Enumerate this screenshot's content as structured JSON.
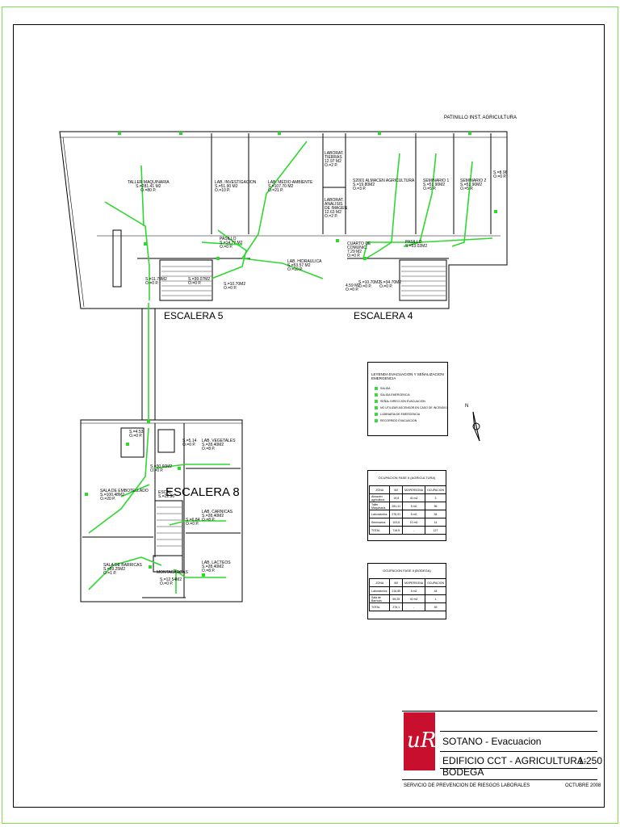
{
  "title_block": {
    "title": "SOTANO - Evacuacion",
    "building": "EDIFICIO CCT - AGRICULTURA-BODEGA",
    "scale": "1:250",
    "service": "SERVICIO DE PREVENCION DE RIESGOS LABORALES",
    "date": "OCTUBRE 2008",
    "logo_text": "uR"
  },
  "stairs": {
    "escalera5": "ESCALERA 5",
    "escalera4": "ESCALERA 4",
    "escalera8": "ESCALERA 8"
  },
  "top_note": "PATINILLO INST. AGRICULTURA",
  "rooms": {
    "taller": [
      "TALLER MAQUINARIA",
      "S.=281.41 M2",
      "O.=80 P."
    ],
    "lab_invest": [
      "LAB. INVESTIGACION",
      "S.=51.90 M2",
      "O.=10 P."
    ],
    "lab_medio": [
      "LAB. MEDIO AMBIENTE",
      "S.=107.70 M2",
      "O.=21 P."
    ],
    "lab_tierras": [
      "LABORAT.",
      "TIERRAS",
      "12.97 M2",
      "O.=2 P."
    ],
    "lab_analisis": [
      "LABORAT.",
      "ANALISIS",
      "DE IMAGEN",
      "12.63 M2",
      "O.=2 P."
    ],
    "almacen": [
      "S2001 ALMACEN AGRICULTURA",
      "S.=19.80M2",
      "O.=3 P."
    ],
    "sem1": [
      "SEMINARIO 1",
      "S.=51.90M2",
      "O.=5 P."
    ],
    "sem2": [
      "SEMINARIO 2",
      "S.=51.90M2",
      "O.=5 P."
    ],
    "small_r": [
      "S.=8.96",
      "O.=0 P."
    ],
    "pasillo1": [
      "PASILLO",
      "S.=14.77 M2",
      "O.=0 P."
    ],
    "pasillo2": [
      "PASILLO",
      "S.=53.02M2"
    ],
    "lab_hidraulica": [
      "LAB. HIDRAULICA",
      "S.=53.57 M2",
      "O.=10 P."
    ],
    "cuarto": [
      "CUARTO DE",
      "COMUNIC.",
      "7.29 M2",
      "O.=0 P."
    ],
    "s11": [
      "S.=11.79M2",
      "O.=0 P."
    ],
    "s39": [
      "S.=39.07M2",
      "O.=0 P."
    ],
    "s10": [
      "S.=10.70M2",
      "O.=0 P."
    ],
    "s10b": [
      "S.=10.70M2",
      "O.=0 P."
    ],
    "s34": [
      "S.=34.70M2",
      "O.=0 P."
    ],
    "s459": [
      "4.59 M2",
      "O.=0 P."
    ],
    "lab_vegetales": [
      "LAB. VEGETALES",
      "S.=28.40M2",
      "O.=8 P."
    ],
    "lab_carnicas": [
      "LAB. CARNICAS",
      "S.=28.40M2",
      "O.=8 P."
    ],
    "lab_lacteos": [
      "LAB. LACTEOS",
      "S.=28.40M2",
      "O.=8 P."
    ],
    "sala_embot": [
      "SALA DE EMBOTELLADO",
      "S.=100.48M2",
      "O.=20 P."
    ],
    "sala_barricas": [
      "SALA DE BARRICAS",
      "S.=59.25M2",
      "O.=1 P."
    ],
    "escal8_area": [
      "ESCAL.",
      "S.=22.90"
    ],
    "montacargas": [
      "MONTACARGAS"
    ],
    "s12": [
      "S.=12.54M2",
      "O.=0 P."
    ],
    "s4": [
      "S.=4.53",
      "O.=0 P."
    ],
    "s30": [
      "S.=30.60M2",
      "O.=0 P."
    ],
    "s8": [
      "S.=5.14",
      "O.=0 P."
    ],
    "s6": [
      "S.=6.84",
      "O.=0 P."
    ]
  },
  "legend": {
    "title": "LEYENDA EVACUACION Y SEÑALIZACION EMERGENCIA",
    "items": [
      "SALIDA",
      "SALIDA EMERGENCIA",
      "SEÑAL DIRECCION EVACUACION",
      "NO UTILIZAR ASCENSOR EN CASO DE INCENDIO",
      "LUMINARIA DE EMERGENCIA",
      "RECORRIDO EVACUACION"
    ]
  },
  "table1": {
    "title": "OCUPACION FASE II (AGRICULTURA)",
    "headers": [
      "ZONA",
      "M2",
      "M2/PERSONA",
      "OCUPACION"
    ],
    "rows": [
      [
        "Almacén agricultura",
        "19,8",
        "40 m2",
        "3"
      ],
      [
        "Taller Maquinaria",
        "281,41",
        "5 m2",
        "56"
      ],
      [
        "Laboratorios",
        "276,91",
        "5 m2",
        "54"
      ],
      [
        "Seminarios",
        "103,8",
        "10 m2",
        "14"
      ],
      [
        "TOTAL",
        "716,5",
        "-",
        "127"
      ]
    ]
  },
  "table2": {
    "title": "OCUPACION FASE II (BODEGA)",
    "headers": [
      "ZONA",
      "M2",
      "M2/PERSONA",
      "OCUPACION"
    ],
    "rows": [
      [
        "Laboratorios",
        "216,85",
        "5 m2",
        "44"
      ],
      [
        "Sala de Barricas",
        "59,25",
        "40 m2",
        "1"
      ],
      [
        "TOTAL",
        "276,1",
        "-",
        "45"
      ]
    ]
  },
  "compass_label": "N",
  "colors": {
    "evac": "#2fd82f",
    "frame": "#7ee24f",
    "logo": "#c8102e"
  }
}
